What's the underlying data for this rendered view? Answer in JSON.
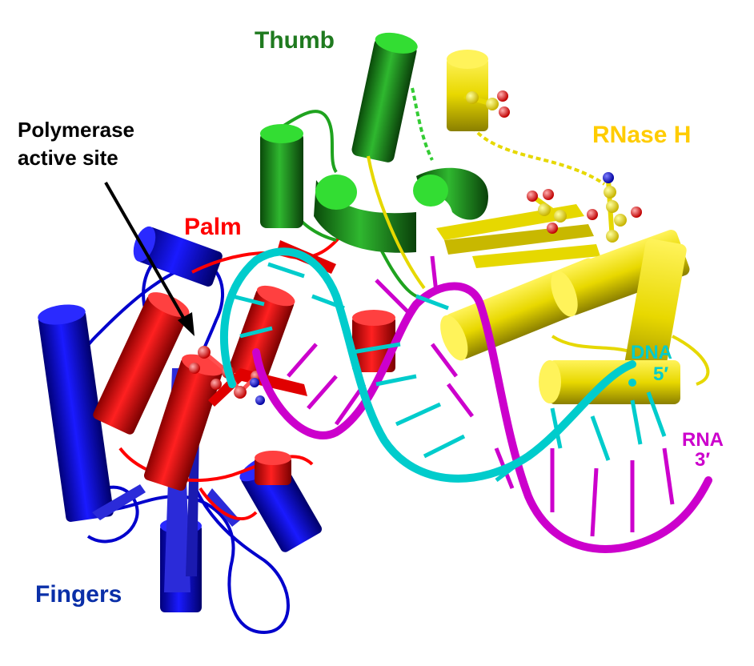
{
  "labels": {
    "thumb": "Thumb",
    "polymerase_line1": "Polymerase",
    "polymerase_line2": "active site",
    "palm": "Palm",
    "rnase_h": "RNase H",
    "dna": "DNA",
    "dna_end": "5′",
    "rna": "RNA",
    "rna_end": "3′",
    "fingers": "Fingers"
  },
  "colors": {
    "thumb": "#1f7a1f",
    "thumb_light": "#33cc33",
    "palm": "#ff0000",
    "fingers": "#0000cc",
    "rnase_h": "#ffd700",
    "rnase_h_body": "#e6d800",
    "dna": "#00cccc",
    "rna": "#cc00cc",
    "pointer": "#000000"
  }
}
